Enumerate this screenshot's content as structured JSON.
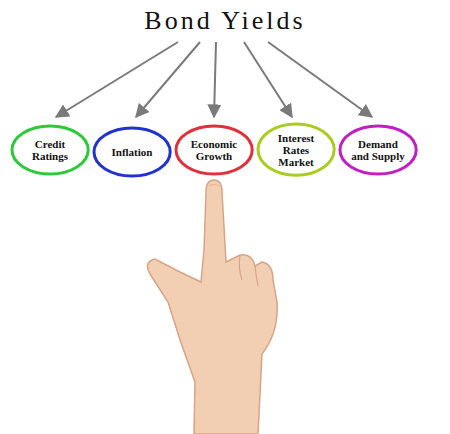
{
  "diagram": {
    "title": "Bond Yields",
    "nodes": [
      {
        "text": [
          "Credit Ratings"
        ]
      },
      {
        "text": [
          "Inflation"
        ]
      },
      {
        "text": [
          "Economic Growth"
        ]
      },
      {
        "text": [
          "Interest Rates Market"
        ]
      },
      {
        "text": [
          "Demand and Supply"
        ]
      }
    ]
  }
}
